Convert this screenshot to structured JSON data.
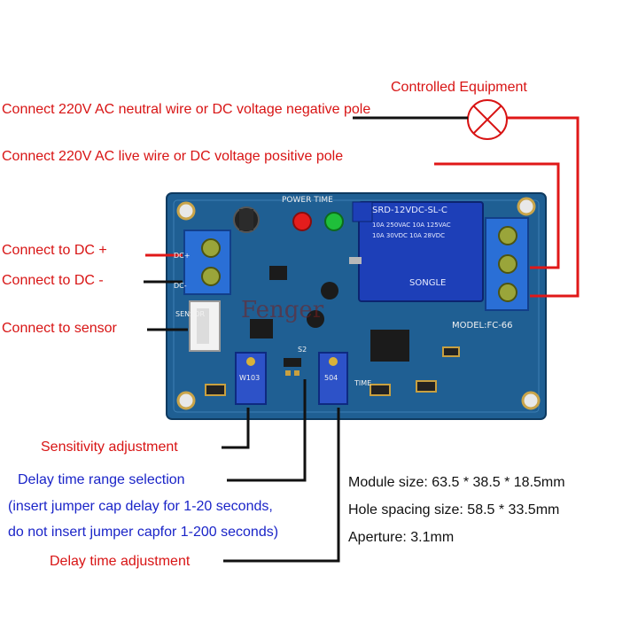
{
  "labels": {
    "controlled_equipment": "Controlled Equipment",
    "neutral": "Connect 220V AC neutral wire or DC voltage negative pole",
    "live": "Connect 220V AC live wire or DC voltage positive pole",
    "dc_plus": "Connect to DC +",
    "dc_minus": "Connect to DC -",
    "sensor": "Connect to sensor",
    "sensitivity": "Sensitivity adjustment",
    "delay_range": "Delay time range selection",
    "jumper_line1": "(insert jumper cap delay for 1-20 seconds,",
    "jumper_line2": "do not insert jumper capfor 1-200 seconds)",
    "delay_adjust": "Delay time adjustment"
  },
  "specs": {
    "module_size": "Module size: 63.5 * 38.5 * 18.5mm",
    "hole_spacing": "Hole spacing size: 58.5 * 33.5mm",
    "aperture": "Aperture: 3.1mm"
  },
  "board": {
    "power_time": "POWER TIME",
    "relay_model": "SRD-12VDC-SL-C",
    "relay_rating1": "10A 250VAC 10A 125VAC",
    "relay_rating2": "10A 30VDC 10A 28VDC",
    "relay_brand": "SONGLE",
    "model": "MODEL:FC-66",
    "dc_plus": "DC+",
    "dc_minus": "DC-",
    "sensor": "SENSOR",
    "s2": "S2",
    "time": "TIME",
    "pot1": "W103",
    "pot2": "504",
    "watermark": "Fenger"
  },
  "colors": {
    "board": "#1f5f93",
    "line_red": "#e01818",
    "terminal_blue": "#2a6fd6",
    "relay_blue": "#1d3fb8"
  }
}
